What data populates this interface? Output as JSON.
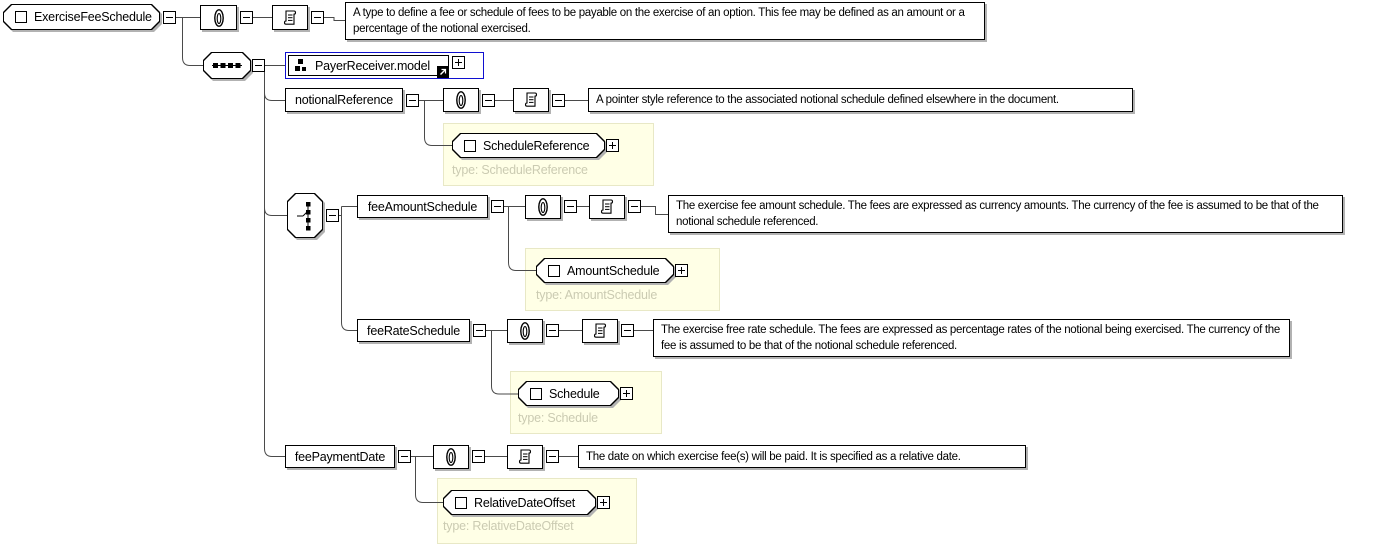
{
  "root": {
    "label": "ExerciseFeeSchedule",
    "documentation": "A type to define a fee or schedule of fees to be payable on the exercise of an option. This fee may be defined as an amount or a percentage of the notional exercised."
  },
  "model_group": {
    "label": "PayerReceiver.model"
  },
  "compositors": {
    "first": "sequence",
    "second": "choice"
  },
  "elements": [
    {
      "name": "notionalReference",
      "documentation": "A pointer style reference to the associated notional schedule defined elsewhere in the document.",
      "type_label": "ScheduleReference",
      "type_caption": "type: ScheduleReference"
    },
    {
      "name": "feeAmountSchedule",
      "documentation": "The exercise fee amount schedule. The fees are expressed as currency amounts. The currency of the fee is assumed to be that of the notional schedule referenced.",
      "type_label": "AmountSchedule",
      "type_caption": "type: AmountSchedule"
    },
    {
      "name": "feeRateSchedule",
      "documentation": "The exercise free rate schedule. The fees are expressed as percentage rates of the notional being exercised. The currency of the fee is assumed to be that of the notional schedule referenced.",
      "type_label": "Schedule",
      "type_caption": "type: Schedule"
    },
    {
      "name": "feePaymentDate",
      "documentation": "The date on which exercise fee(s) will be paid. It is specified as a relative date.",
      "type_label": "RelativeDateOffset",
      "type_caption": "type: RelativeDateOffset"
    }
  ],
  "icons": {
    "attributes": "paperclip-icon",
    "annotation": "scroll-icon",
    "sequence": "sequence-icon",
    "choice": "choice-icon",
    "complex_type": "square-icon",
    "model_group": "group-icon",
    "link": "link-arrow-icon",
    "collapse": "minus-icon",
    "expand": "plus-icon"
  },
  "colors": {
    "selection_blue": "#1010D0",
    "panel_yellow": "#FFFFE6",
    "type_caption_text": "#CBCBB2",
    "box_shadow": "#B2B2B2",
    "connector": "#4A4A4A"
  }
}
